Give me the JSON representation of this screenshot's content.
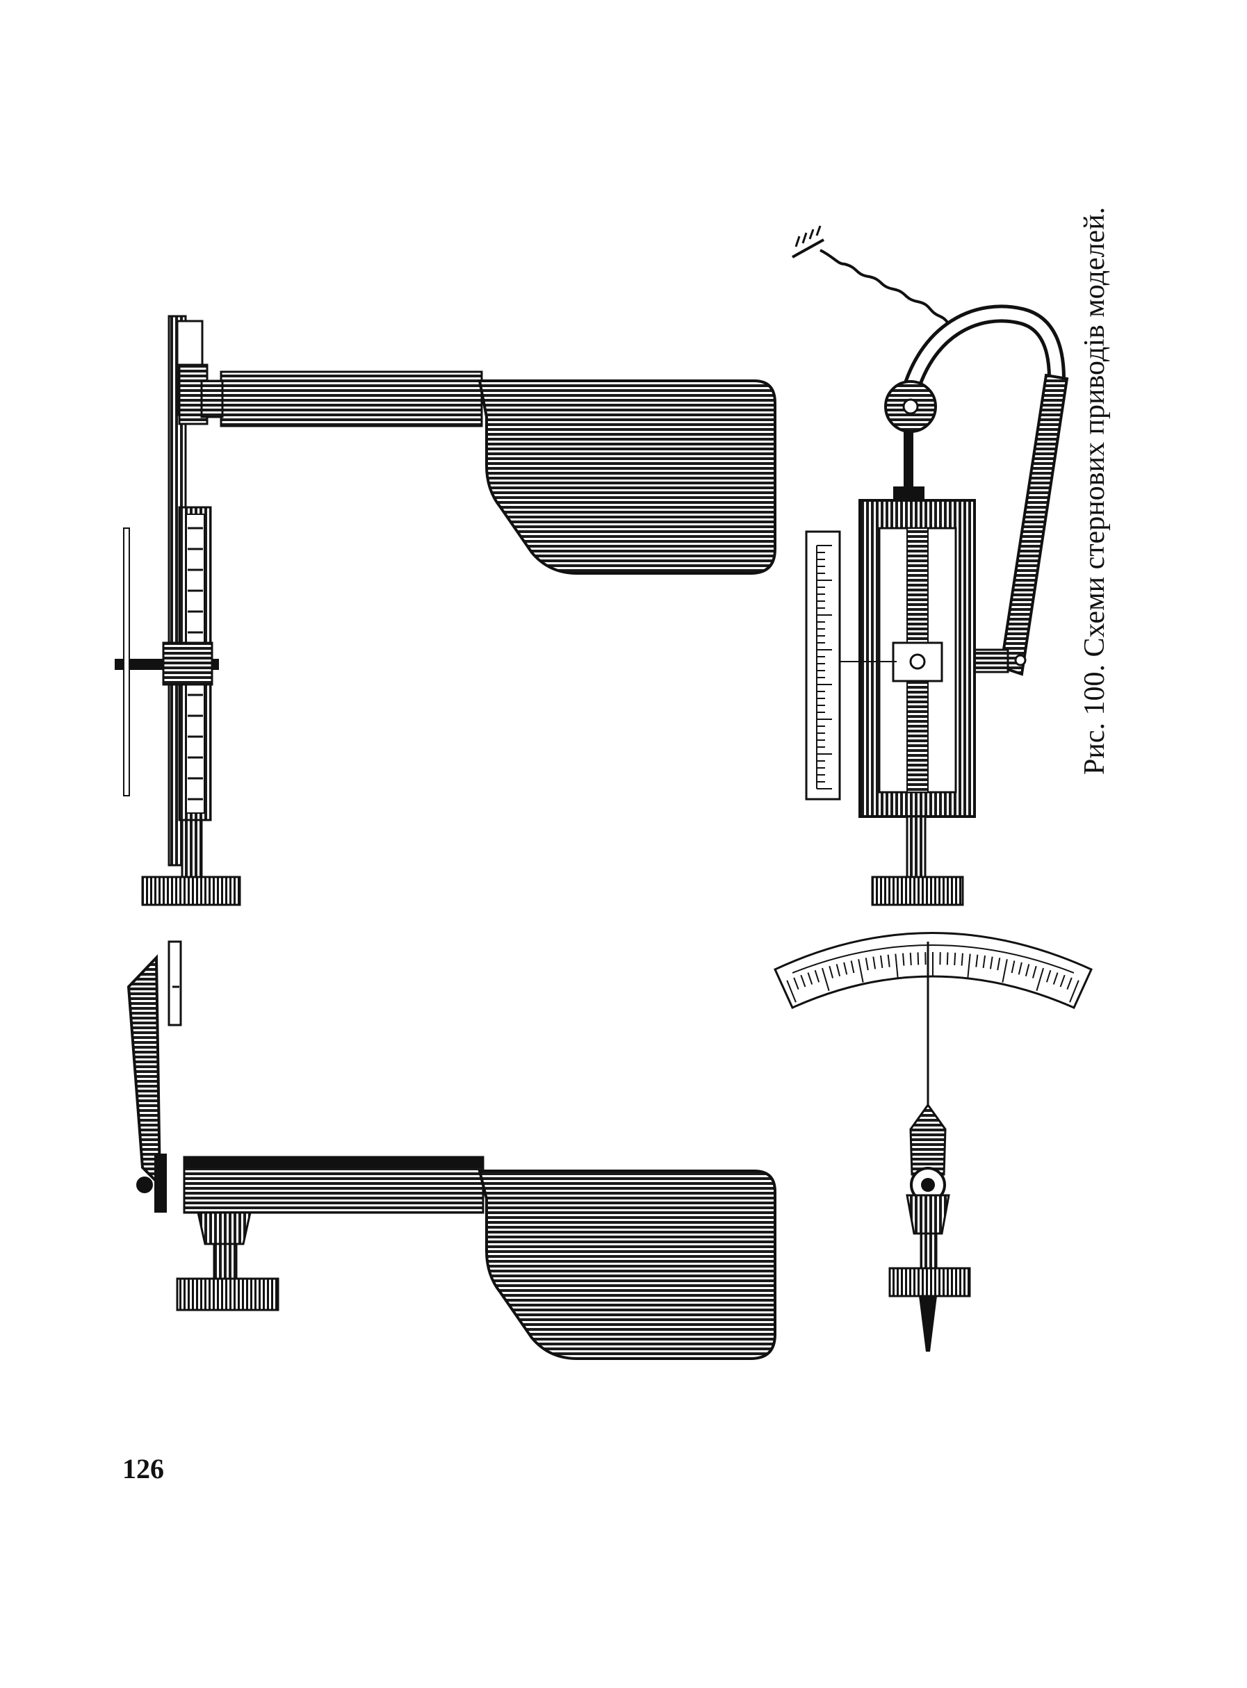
{
  "figure": {
    "caption": "Рис. 100. Схеми стернових приводів моделей.",
    "panels": [
      "rudder-drive-with-rack-and-plate",
      "rudder-drive-with-clockwork-cam",
      "rudder-with-bent-tab-knob",
      "rudder-pointer-with-arc-scale"
    ]
  },
  "page": {
    "number": "126"
  },
  "colors": {
    "ink": "#111111",
    "paper": "#ffffff"
  }
}
